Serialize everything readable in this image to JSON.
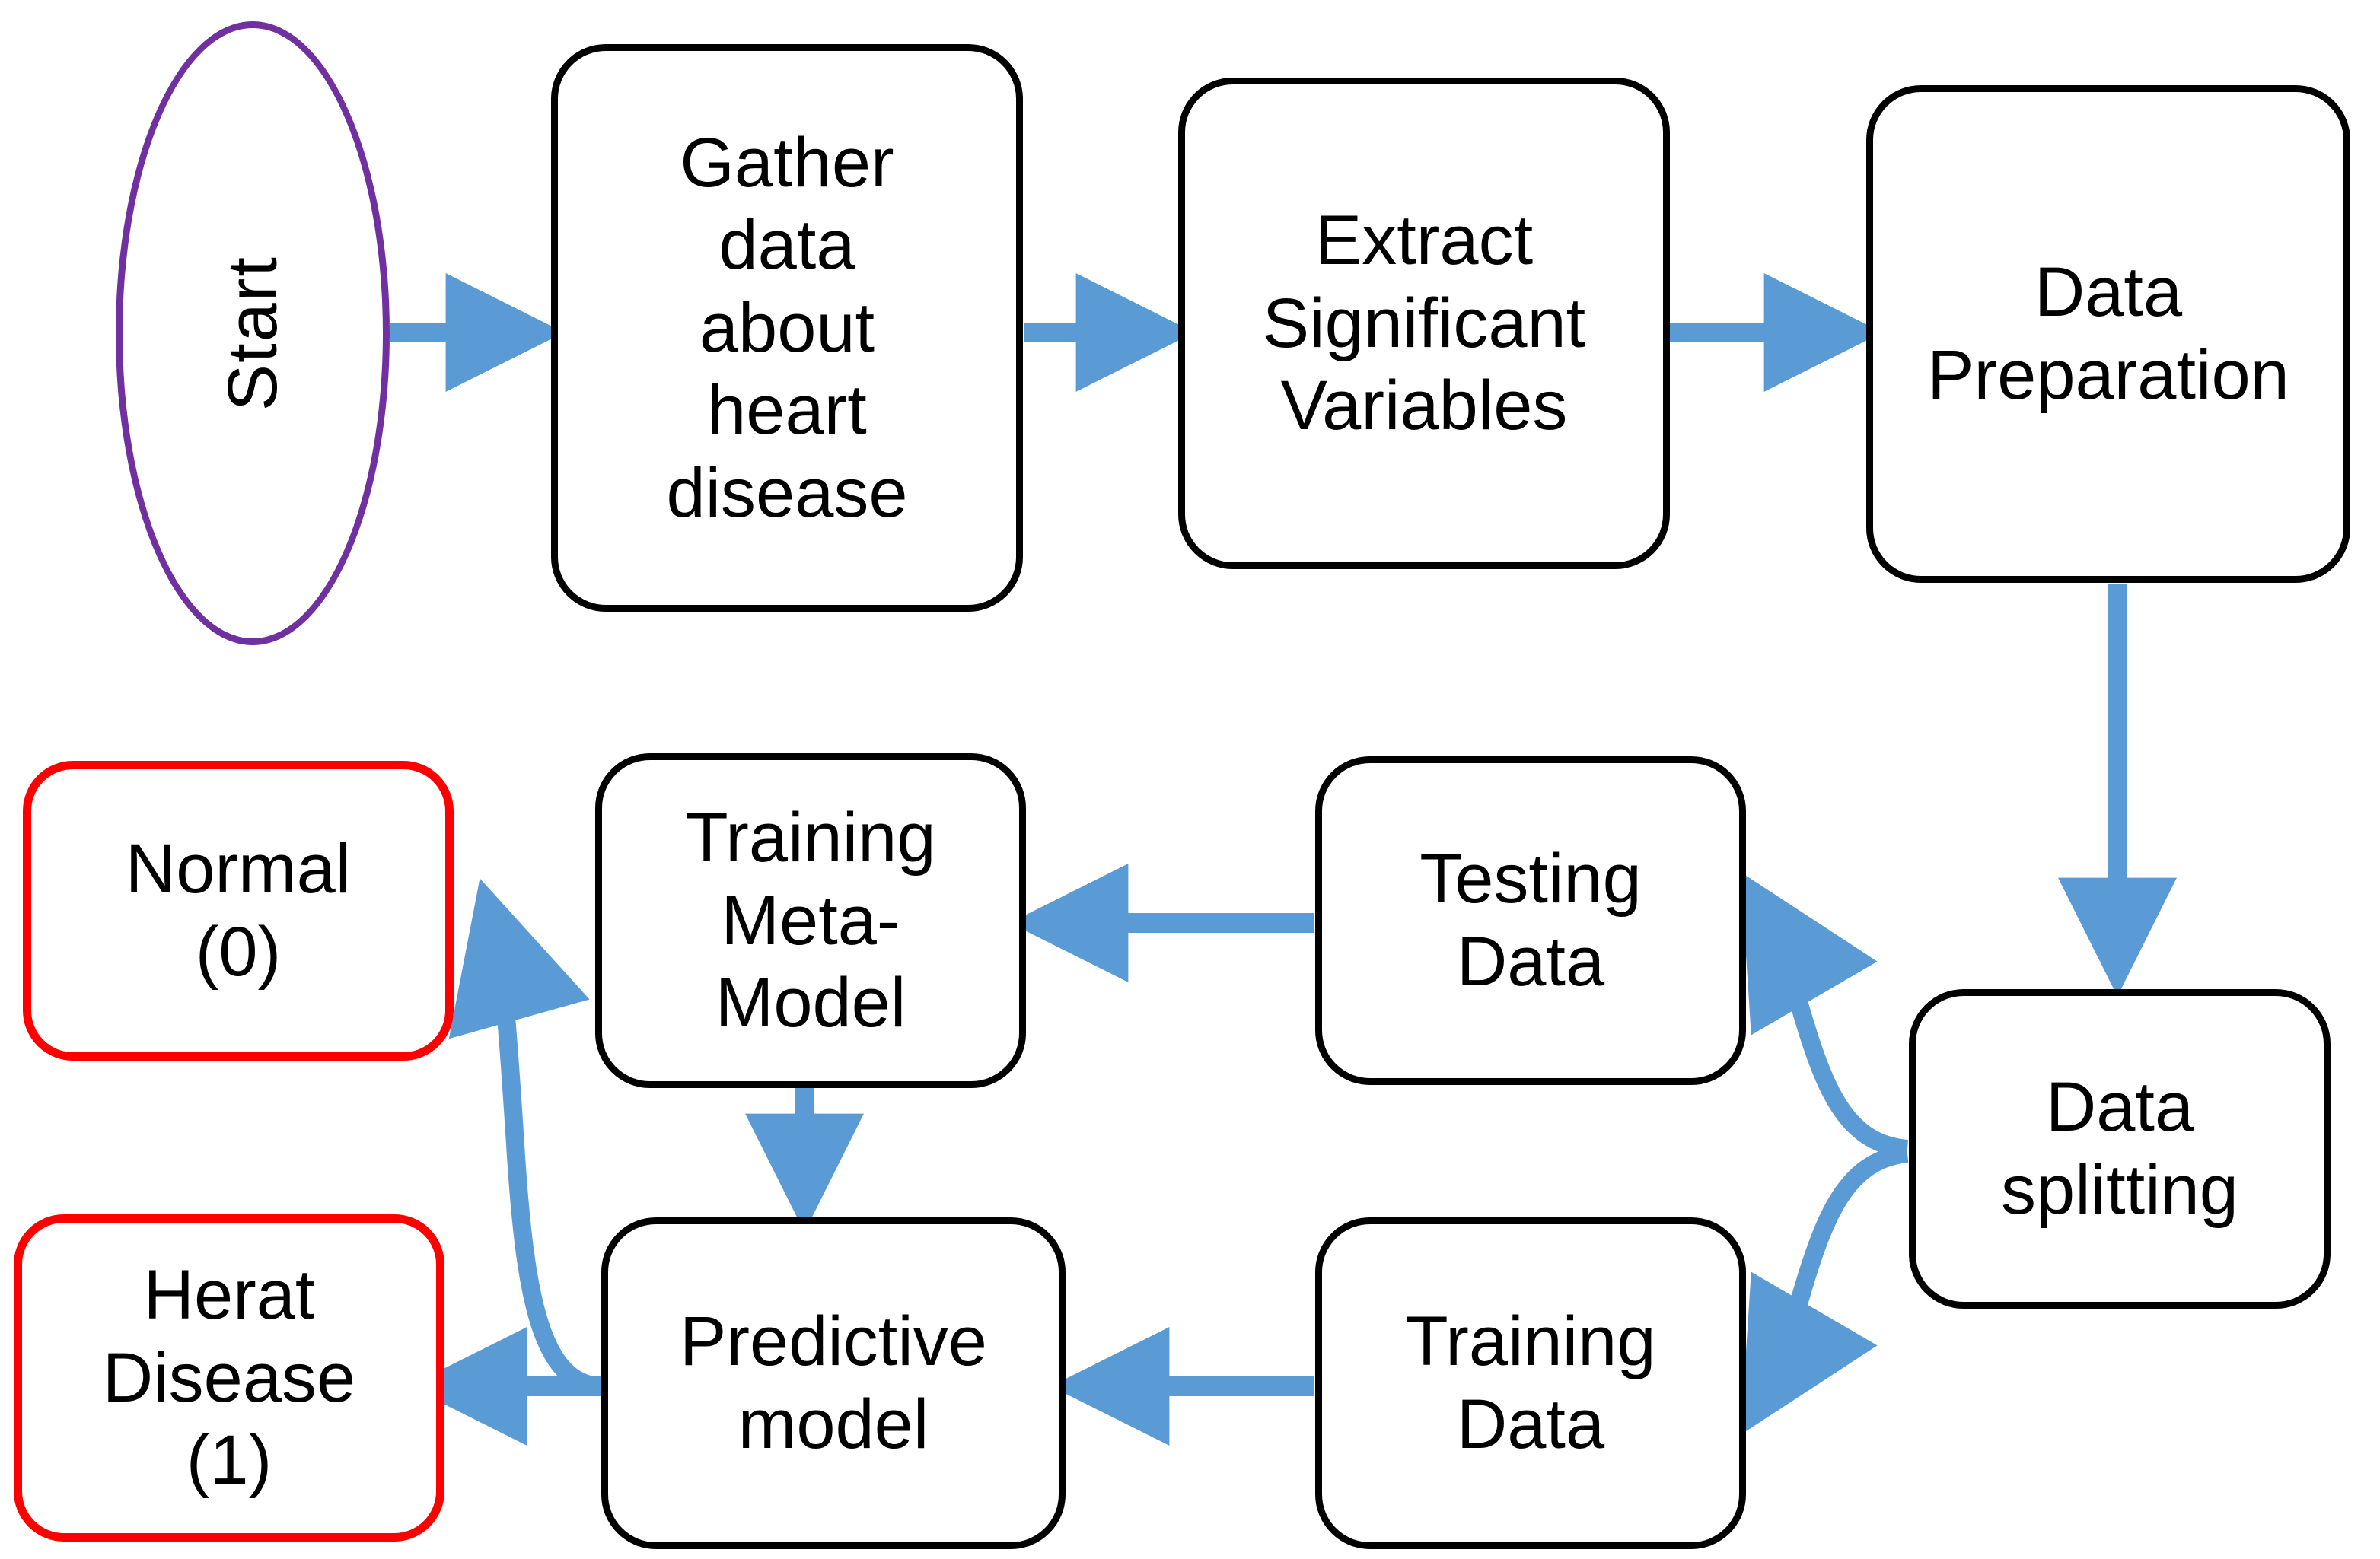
{
  "diagram": {
    "title": "Heart Disease Prediction Pipeline Flowchart",
    "colors": {
      "arrow_blue": "#5B9BD5",
      "process_border_black": "#000000",
      "terminal_border_red": "#FF0000",
      "start_border_purple": "#7030A0",
      "node_fill": "#FFFFFF",
      "text": "#000000"
    }
  },
  "nodes": {
    "start": {
      "label": "Start",
      "shape": "ellipse"
    },
    "gather": {
      "label": "Gather\ndata\nabout\nheart\ndisease",
      "shape": "rounded-rect"
    },
    "extract": {
      "label": "Extract\nSignificant\nVariables",
      "shape": "rounded-rect"
    },
    "prep": {
      "label": "Data\nPreparation",
      "shape": "rounded-rect"
    },
    "split": {
      "label": "Data\nsplitting",
      "shape": "rounded-rect"
    },
    "testing": {
      "label": "Testing\nData",
      "shape": "rounded-rect"
    },
    "training": {
      "label": "Training\nData",
      "shape": "rounded-rect"
    },
    "meta": {
      "label": "Training\nMeta-\nModel",
      "shape": "rounded-rect"
    },
    "predictive": {
      "label": "Predictive\nmodel",
      "shape": "rounded-rect"
    },
    "normal": {
      "label": "Normal\n(0)",
      "shape": "rounded-rect-red"
    },
    "disease": {
      "label": "Herat\nDisease\n(1)",
      "shape": "rounded-rect-red"
    }
  },
  "edges": [
    {
      "from": "start",
      "to": "gather",
      "style": "straight-right"
    },
    {
      "from": "gather",
      "to": "extract",
      "style": "straight-right"
    },
    {
      "from": "extract",
      "to": "prep",
      "style": "straight-right"
    },
    {
      "from": "prep",
      "to": "split",
      "style": "straight-down"
    },
    {
      "from": "split",
      "to": "testing",
      "style": "curved-up-left"
    },
    {
      "from": "split",
      "to": "training",
      "style": "curved-down-left"
    },
    {
      "from": "testing",
      "to": "meta",
      "style": "straight-left"
    },
    {
      "from": "training",
      "to": "predictive",
      "style": "straight-left"
    },
    {
      "from": "meta",
      "to": "predictive",
      "style": "straight-down"
    },
    {
      "from": "predictive",
      "to": "normal",
      "style": "curved-up-left"
    },
    {
      "from": "predictive",
      "to": "disease",
      "style": "straight-left"
    }
  ]
}
